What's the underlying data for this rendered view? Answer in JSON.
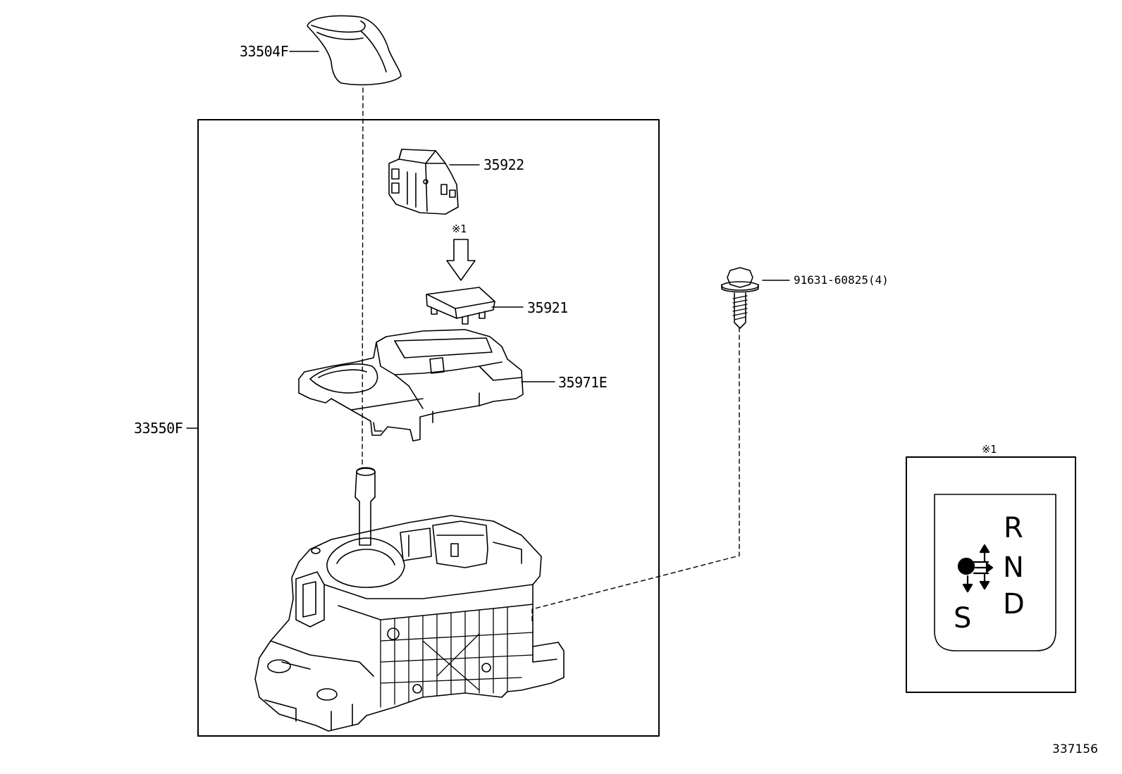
{
  "parts": {
    "knob": "33504F",
    "assembly": "33550F",
    "switch": "35922",
    "indicator": "35921",
    "housing": "35971E",
    "bolt": "91631-60825(4)"
  },
  "note_mark": "※1",
  "detail": {
    "mark": "※1",
    "shift_letters": {
      "r": "R",
      "n": "N",
      "d": "D",
      "s": "S"
    }
  },
  "doc_number": "337156"
}
